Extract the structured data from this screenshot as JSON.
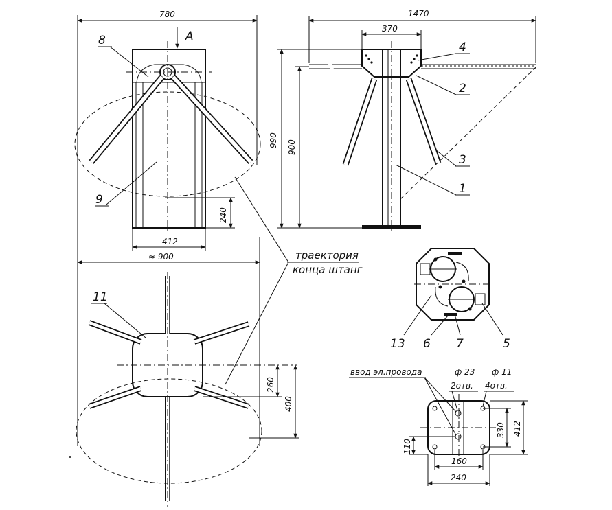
{
  "front_view": {
    "view_letter": "A",
    "dim_width": "780",
    "dim_base": "412",
    "dim_foot_height": "240",
    "callout_8": "8",
    "callout_9": "9"
  },
  "side_view": {
    "dim_span": "1470",
    "dim_head": "370",
    "dim_total_height": "990",
    "dim_height": "900",
    "callout_1": "1",
    "callout_2": "2",
    "callout_3": "3",
    "callout_4": "4"
  },
  "top_view": {
    "dim_span": "≈ 900",
    "dim_260": "260",
    "dim_400": "400",
    "callout_11": "11"
  },
  "note": {
    "line1": "траектория",
    "line2": "конца штанг"
  },
  "mechanism_view": {
    "callout_13": "13",
    "callout_6": "6",
    "callout_7": "7",
    "callout_5": "5"
  },
  "base_plan": {
    "cable_entry": "ввод эл.провода",
    "hole_large_diameter": "ф 23",
    "hole_large_count": "2отв.",
    "hole_small_diameter": "ф 11",
    "hole_small_count": "4отв.",
    "dim_330": "330",
    "dim_412": "412",
    "dim_110": "110",
    "dim_160": "160",
    "dim_240": "240"
  }
}
